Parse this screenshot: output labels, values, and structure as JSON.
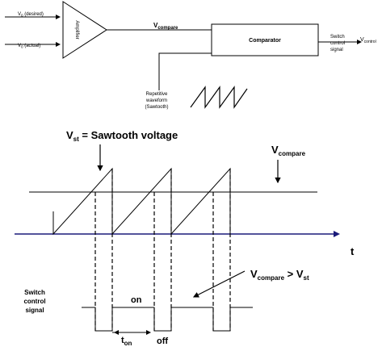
{
  "block_diagram": {
    "input_top": "V",
    "input_top_sub": "0",
    "input_top_suffix": " (desired)",
    "input_bottom": "V",
    "input_bottom_sub": "0",
    "input_bottom_suffix": " (actual)",
    "amplifier_label": "Amplifier",
    "vcompare_main": "V",
    "vcompare_sub": "compare",
    "comparator_label": "Comparator",
    "switch_line1": "Switch",
    "switch_line2": "control",
    "switch_line3": "signal",
    "vcontrol_main": "V",
    "vcontrol_sub": "control",
    "sawtooth_line1": "Repetitive",
    "sawtooth_line2": "waveform",
    "sawtooth_line3": "(Sawtooth)"
  },
  "waveform_diagram": {
    "vst_main": "V",
    "vst_sub": "st",
    "vst_suffix": " = Sawtooth voltage",
    "vcompare_main": "V",
    "vcompare_sub": "compare",
    "t_axis_label": "t",
    "relation_left_main": "V",
    "relation_left_sub": "compare",
    "relation_op": " > ",
    "relation_right_main": "V",
    "relation_right_sub": "st",
    "switch_line1": "Switch",
    "switch_line2": "control",
    "switch_line3": "signal",
    "on_label": "on",
    "off_label": "off",
    "ton_main": "t",
    "ton_sub": "on"
  },
  "colors": {
    "axis": "#1a1a7a",
    "ink": "#000000"
  }
}
